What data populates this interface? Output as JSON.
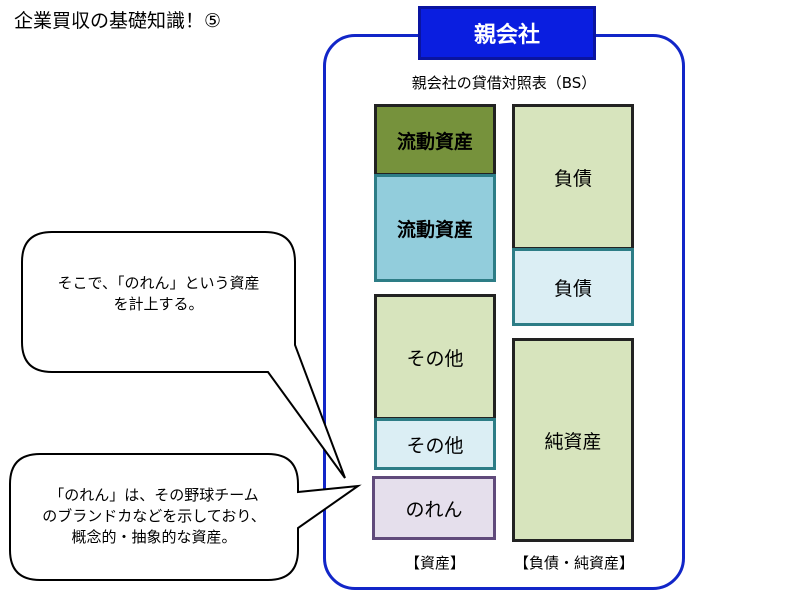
{
  "slide_title": "企業買収の基礎知識！⑤",
  "parent_company": {
    "tab_label": "親会社",
    "bs_title": "親会社の貸借対照表（BS）"
  },
  "assets": [
    {
      "label": "流動資産",
      "fill": "#76923c"
    },
    {
      "label": "流動資産",
      "fill": "#92cddc"
    },
    {
      "label": "その他",
      "fill": "#d7e4bd"
    },
    {
      "label": "その他",
      "fill": "#dbeef4"
    },
    {
      "label": "のれん",
      "fill": "#e5dfec"
    }
  ],
  "liabilities_equity": [
    {
      "label": "負債",
      "fill": "#d7e4bd"
    },
    {
      "label": "負債",
      "fill": "#dbeef4"
    },
    {
      "label": "純資産",
      "fill": "#d7e4bd"
    }
  ],
  "column_labels": {
    "assets": "【資産】",
    "liabilities_equity": "【負債・純資産】"
  },
  "callouts": {
    "top": {
      "line1": "そこで、「のれん」という資産",
      "line2": "を計上する。"
    },
    "bottom": {
      "line1": "「のれん」は、その野球チーム",
      "line2": "のブランドカなどを示しており、",
      "line3": "概念的・抽象的な資産。"
    }
  }
}
